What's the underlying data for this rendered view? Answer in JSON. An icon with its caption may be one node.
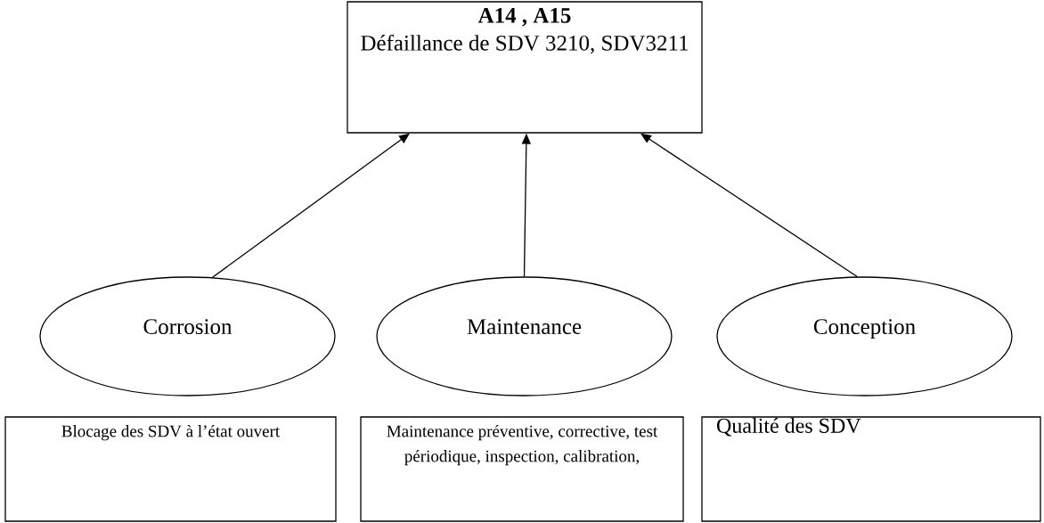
{
  "diagram": {
    "nodes": [
      {
        "text": [
          "A14 , A15",
          "Défaillance de SDV 3210, SDV3211"
        ]
      },
      {
        "text": [
          "Corrosion"
        ]
      },
      {
        "text": [
          "Maintenance"
        ]
      },
      {
        "text": [
          "Conception"
        ]
      },
      {
        "text": [
          "Blocage des SDV à l’état ouvert"
        ]
      },
      {
        "text": [
          "Maintenance préventive, corrective, test périodique, inspection, calibration,"
        ]
      },
      {
        "text": [
          "Qualité des SDV"
        ]
      }
    ],
    "edges": [
      {
        "from": 1,
        "to": 0,
        "arrow": "to"
      },
      {
        "from": 2,
        "to": 0,
        "arrow": "to"
      },
      {
        "from": 3,
        "to": 0,
        "arrow": "to"
      }
    ]
  }
}
